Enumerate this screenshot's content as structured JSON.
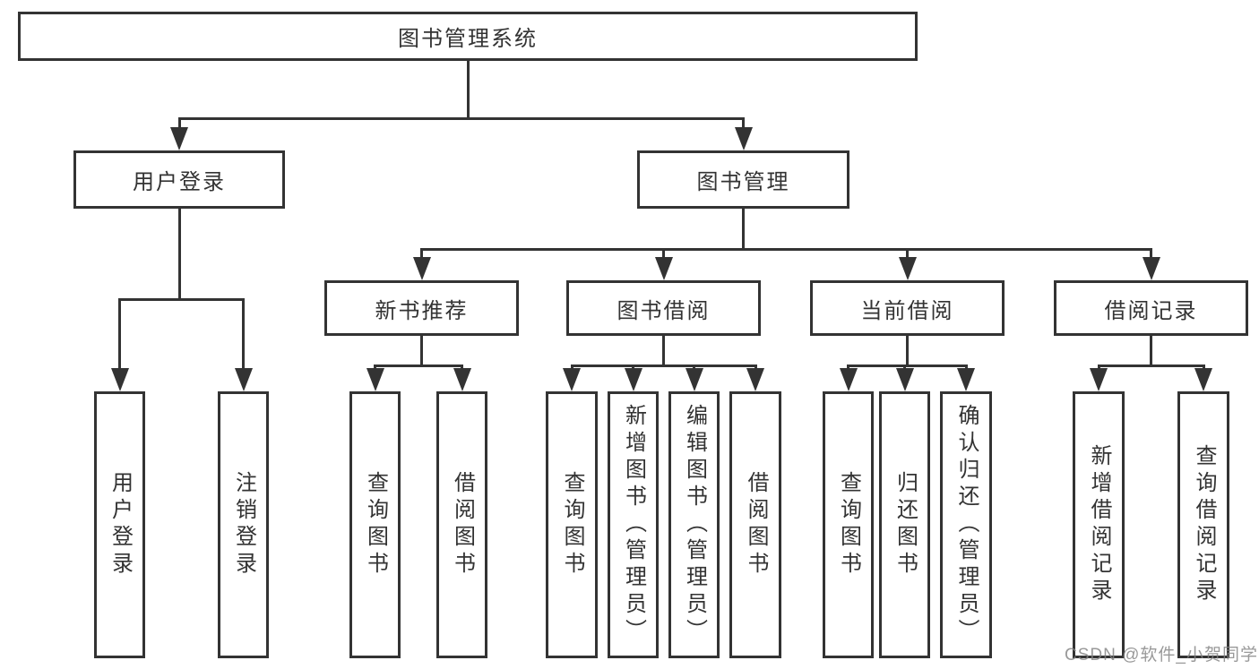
{
  "diagram": {
    "title": "图书管理系统",
    "nodes": [
      {
        "id": "root",
        "label": "图书管理系统",
        "orientation": "horizontal",
        "parent": null
      },
      {
        "id": "login",
        "label": "用户登录",
        "orientation": "horizontal",
        "parent": "root"
      },
      {
        "id": "mgmt",
        "label": "图书管理",
        "orientation": "horizontal",
        "parent": "root"
      },
      {
        "id": "newbook",
        "label": "新书推荐",
        "orientation": "horizontal",
        "parent": "mgmt"
      },
      {
        "id": "borrow",
        "label": "图书借阅",
        "orientation": "horizontal",
        "parent": "mgmt"
      },
      {
        "id": "current",
        "label": "当前借阅",
        "orientation": "horizontal",
        "parent": "mgmt"
      },
      {
        "id": "records",
        "label": "借阅记录",
        "orientation": "horizontal",
        "parent": "mgmt"
      },
      {
        "id": "login-user",
        "label": "用户登录",
        "orientation": "vertical",
        "parent": "login"
      },
      {
        "id": "login-logout",
        "label": "注销登录",
        "orientation": "vertical",
        "parent": "login"
      },
      {
        "id": "nb-query",
        "label": "查询图书",
        "orientation": "vertical",
        "parent": "newbook"
      },
      {
        "id": "nb-borrow",
        "label": "借阅图书",
        "orientation": "vertical",
        "parent": "newbook"
      },
      {
        "id": "bw-query",
        "label": "查询图书",
        "orientation": "vertical",
        "parent": "borrow"
      },
      {
        "id": "bw-add",
        "label": "新增图书（管理员）",
        "orientation": "vertical",
        "parent": "borrow"
      },
      {
        "id": "bw-edit",
        "label": "编辑图书（管理员）",
        "orientation": "vertical",
        "parent": "borrow"
      },
      {
        "id": "bw-borrow",
        "label": "借阅图书",
        "orientation": "vertical",
        "parent": "borrow"
      },
      {
        "id": "cur-query",
        "label": "查询图书",
        "orientation": "vertical",
        "parent": "current"
      },
      {
        "id": "cur-return",
        "label": "归还图书",
        "orientation": "vertical",
        "parent": "current"
      },
      {
        "id": "cur-confirm",
        "label": "确认归还（管理员）",
        "orientation": "vertical",
        "parent": "current"
      },
      {
        "id": "rec-add",
        "label": "新增借阅记录",
        "orientation": "vertical",
        "parent": "records"
      },
      {
        "id": "rec-query",
        "label": "查询借阅记录",
        "orientation": "vertical",
        "parent": "records"
      }
    ]
  },
  "watermark": {
    "text": "CSDN @软件_小贺同学"
  },
  "colors": {
    "line": "#333333",
    "background": "#ffffff",
    "text": "#333333"
  }
}
